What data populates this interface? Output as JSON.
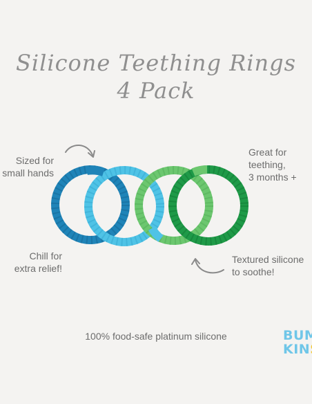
{
  "title": {
    "line1": "Silicone Teething Rings",
    "line2": "4 Pack"
  },
  "notes": {
    "top_left": [
      "Sized for",
      "small hands"
    ],
    "top_right": [
      "Great for",
      "teething,",
      "3 months +"
    ],
    "bottom_left": [
      "Chill for",
      "extra relief!"
    ],
    "bottom_right": [
      "Textured silicone",
      "to soothe!"
    ]
  },
  "footer": "100% food-safe platinum silicone",
  "logo": {
    "line1": "BUM",
    "line2_main": "KIN",
    "line2_end": "S"
  },
  "colors": {
    "background": "#f4f3f1",
    "ring_blue": "#1f84b8",
    "ring_aqua": "#4fc3e6",
    "ring_lightgreen": "#6cc76f",
    "ring_green": "#1f9a48",
    "text_gray": "#6c6c6c",
    "logo_blue": "#6fc6e8",
    "logo_yellow": "#f3c830"
  }
}
